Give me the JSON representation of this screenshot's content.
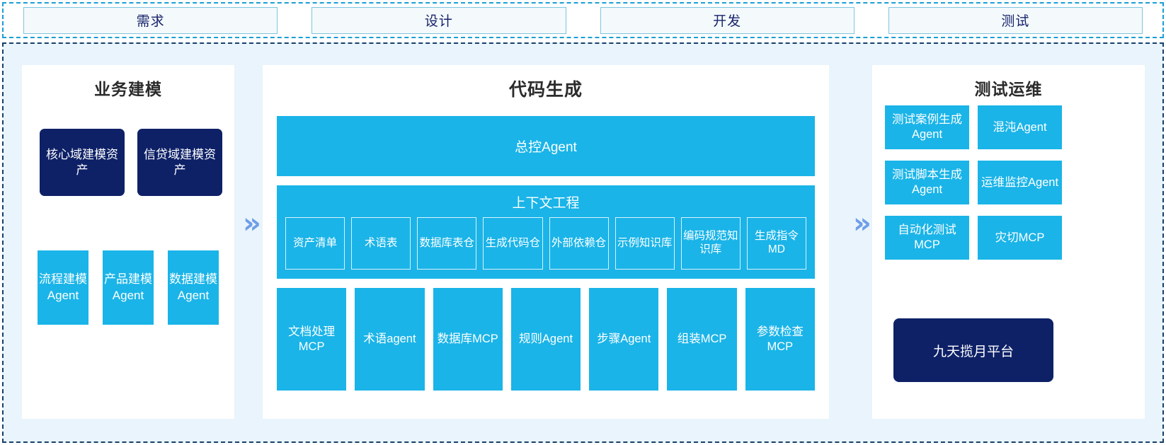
{
  "colors": {
    "cyan": "#1ab4e8",
    "navy": "#0e2167",
    "chevron": "#6f9ee8",
    "band_bg": "#e9f4fc",
    "panel_bg": "#ffffff",
    "stage_border": "#7fc4e0"
  },
  "stages": [
    {
      "label": "需求"
    },
    {
      "label": "设计"
    },
    {
      "label": "开发"
    },
    {
      "label": "测试"
    }
  ],
  "separators": {
    "left_chevron": "»",
    "right_chevron": "»"
  },
  "panels": {
    "left": {
      "title": "业务建模",
      "assets": [
        {
          "label": "核心域建模资产"
        },
        {
          "label": "信贷域建模资产"
        }
      ],
      "agents": [
        {
          "label": "流程建模Agent"
        },
        {
          "label": "产品建模Agent"
        },
        {
          "label": "数据建模Agent"
        }
      ]
    },
    "center": {
      "title": "代码生成",
      "master_agent": "总控Agent",
      "context": {
        "title": "上下文工程",
        "items": [
          {
            "label": "资产清单"
          },
          {
            "label": "术语表"
          },
          {
            "label": "数据库表仓"
          },
          {
            "label": "生成代码仓"
          },
          {
            "label": "外部依赖仓"
          },
          {
            "label": "示例知识库"
          },
          {
            "label": "编码规范知识库"
          },
          {
            "label": "生成指令MD"
          }
        ]
      },
      "tools": [
        {
          "label": "文档处理MCP"
        },
        {
          "label": "术语agent"
        },
        {
          "label": "数据库MCP"
        },
        {
          "label": "规则Agent"
        },
        {
          "label": "步骤Agent"
        },
        {
          "label": "组装MCP"
        },
        {
          "label": "参数检查MCP"
        }
      ]
    },
    "right": {
      "title": "测试运维",
      "grid": [
        [
          {
            "label": "测试案例生成Agent"
          },
          {
            "label": "混沌Agent"
          }
        ],
        [
          {
            "label": "测试脚本生成Agent"
          },
          {
            "label": "运维监控Agent"
          }
        ],
        [
          {
            "label": "自动化测试MCP"
          },
          {
            "label": "灾切MCP"
          }
        ]
      ],
      "platform": "九天揽月平台"
    }
  }
}
